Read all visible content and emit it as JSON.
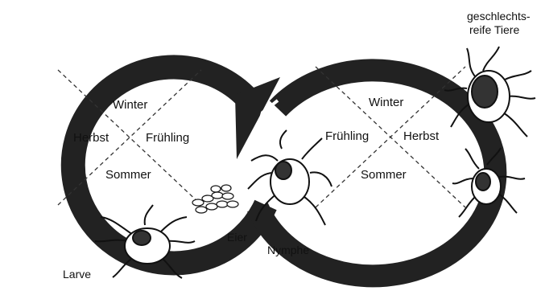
{
  "diagram": {
    "colors": {
      "loop": "#222222",
      "ink": "#111111",
      "paper": "#ffffff"
    },
    "left_cycle": {
      "top": "Winter",
      "left": "Herbst",
      "right": "Frühling",
      "bottom": "Sommer"
    },
    "right_cycle": {
      "top": "Winter",
      "left": "Frühling",
      "right": "Herbst",
      "bottom": "Sommer"
    },
    "stages": {
      "eggs": "Eier",
      "larva": "Larve",
      "nymph": "Nymphe",
      "adult_line1": "geschlechts-",
      "adult_line2": "reife Tiere"
    }
  }
}
